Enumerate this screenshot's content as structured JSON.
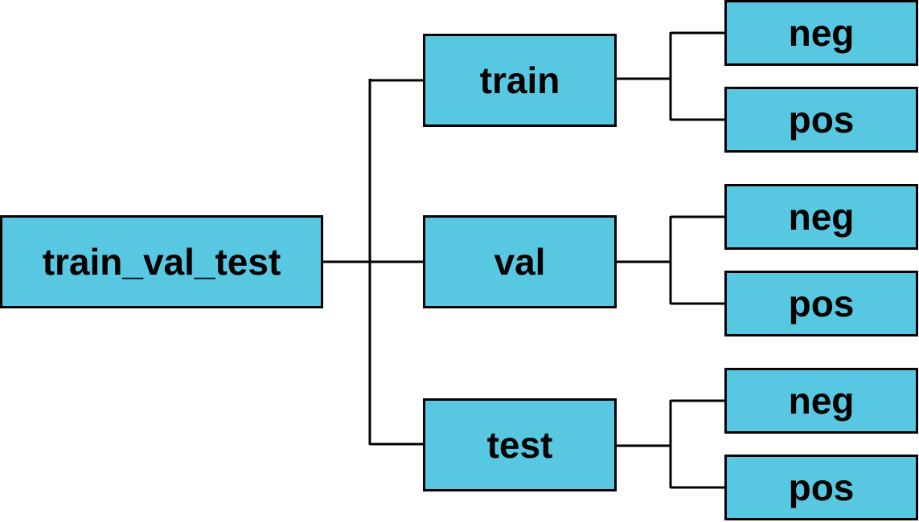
{
  "diagram": {
    "root": {
      "label": "train_val_test"
    },
    "splits": [
      {
        "label": "train",
        "children": [
          {
            "label": "neg"
          },
          {
            "label": "pos"
          }
        ]
      },
      {
        "label": "val",
        "children": [
          {
            "label": "neg"
          },
          {
            "label": "pos"
          }
        ]
      },
      {
        "label": "test",
        "children": [
          {
            "label": "neg"
          },
          {
            "label": "pos"
          }
        ]
      }
    ],
    "colors": {
      "box_fill": "#58c8e2",
      "box_border": "#000000",
      "connector": "#000000",
      "text": "#000000",
      "background": "#ffffff"
    }
  }
}
